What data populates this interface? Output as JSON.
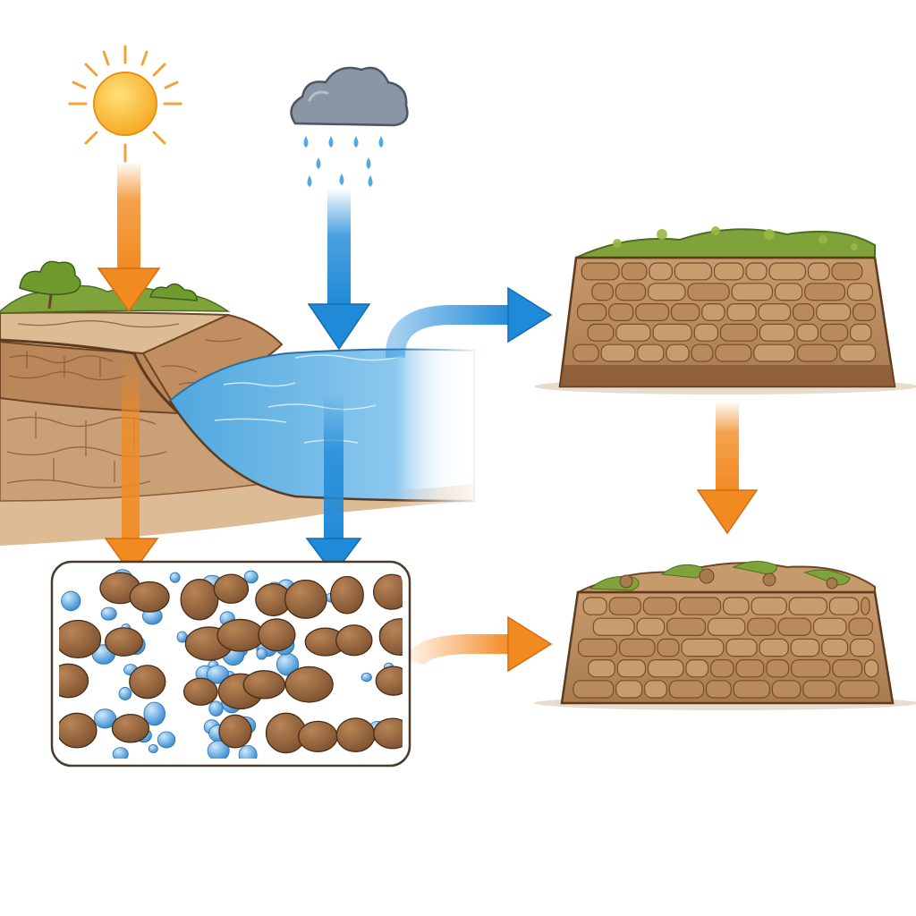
{
  "diagram": {
    "type": "soil-weathering-process",
    "colors": {
      "background": "#ffffff",
      "sun": "#f8b72a",
      "sun_rays": "#f4a23a",
      "cloud": "#8a96a6",
      "raindrop": "#56a8e0",
      "heat_arrow": "#f28a22",
      "water_arrow": "#1f8ad8",
      "soil_light": "#cfa57a",
      "soil_dark": "#8b5a34",
      "soil_outline": "#5e3a1f",
      "grass": "#7fa33a",
      "water": "#6fb8e6"
    },
    "nodes": [
      {
        "id": "sun",
        "icon": "sun-icon"
      },
      {
        "id": "rain-cloud",
        "icon": "rain-cloud-icon"
      },
      {
        "id": "landscape",
        "icon": "landscape-cross-section"
      },
      {
        "id": "particle-zoom",
        "icon": "soil-particles-with-water"
      },
      {
        "id": "soil-block-top",
        "icon": "soil-block"
      },
      {
        "id": "soil-block-bottom",
        "icon": "soil-block-crumbled"
      }
    ],
    "edges": [
      {
        "from": "sun",
        "to": "landscape",
        "kind": "heat"
      },
      {
        "from": "rain-cloud",
        "to": "landscape",
        "kind": "water"
      },
      {
        "from": "landscape",
        "to": "particle-zoom",
        "kind": "heat"
      },
      {
        "from": "landscape",
        "to": "particle-zoom",
        "kind": "water"
      },
      {
        "from": "landscape",
        "to": "soil-block-top",
        "kind": "water"
      },
      {
        "from": "soil-block-top",
        "to": "soil-block-bottom",
        "kind": "heat"
      },
      {
        "from": "particle-zoom",
        "to": "soil-block-bottom",
        "kind": "heat"
      }
    ]
  }
}
